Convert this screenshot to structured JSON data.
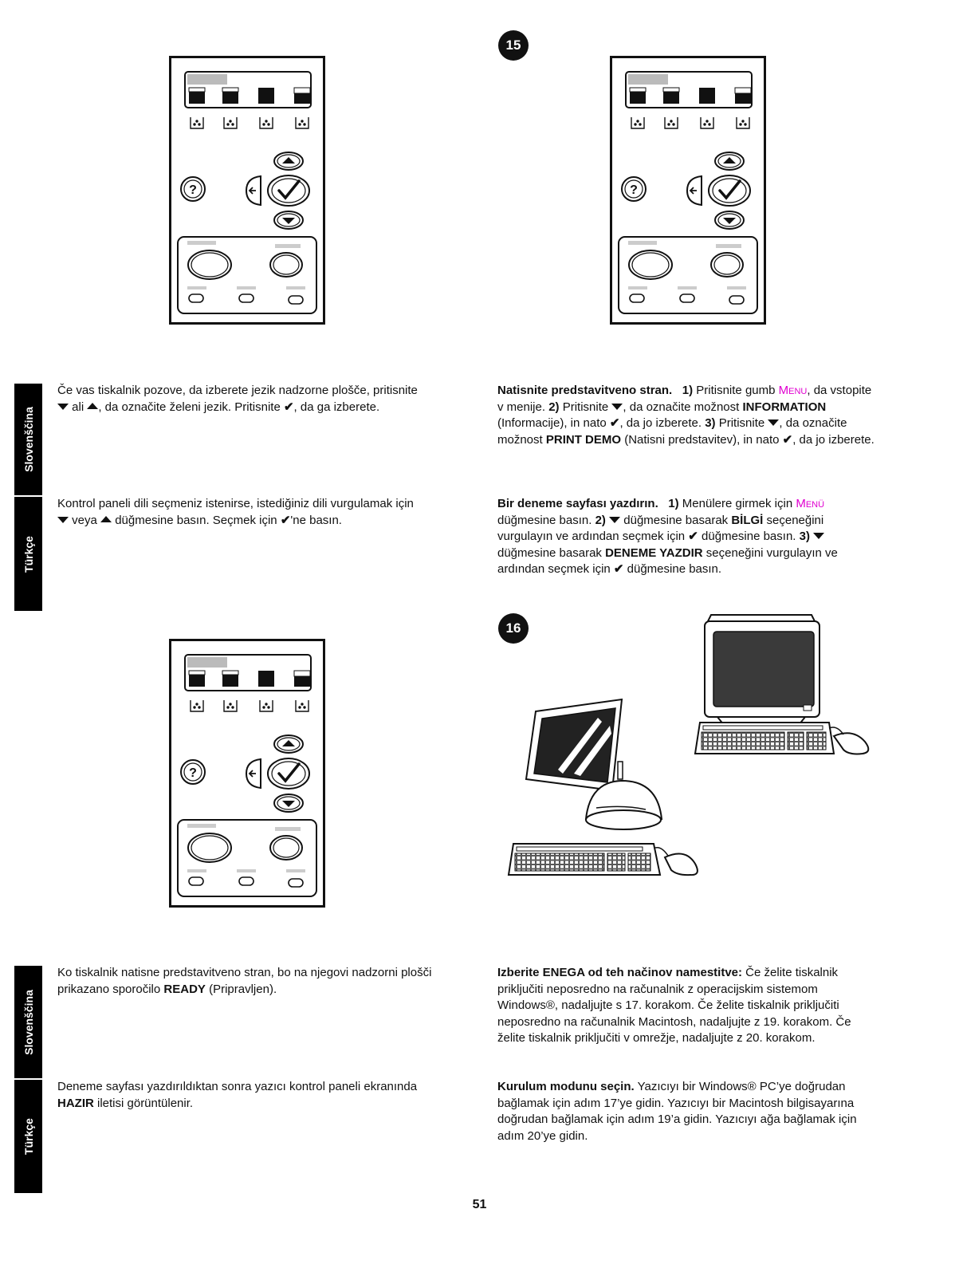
{
  "steps": {
    "step15": "15",
    "step16": "16"
  },
  "tabs": {
    "slovenscina": "Slovenščina",
    "turkce": "Türkçe"
  },
  "symbols": {
    "check": "✔"
  },
  "section1": {
    "sl_left": {
      "p1": "Če vas tiskalnik pozove, da izberete jezik nadzorne plošče, pritisnite",
      "p2": " ali ",
      "p3": ", da označite želeni jezik. Pritisnite ",
      "p4": ", da ga izberete."
    },
    "sl_right": {
      "title": "Natisnite predstavitveno stran.",
      "n1": "1)",
      "t1": " Pritisnite gumb ",
      "menu": "Menu",
      "t2": ", da vstopite v menije. ",
      "n2": "2)",
      "t3": " Pritisnite ",
      "t4": ", da označite možnost ",
      "opt1": "INFORMATION",
      "t5": " (Informacije), in nato ",
      "t6": ", da jo izberete. ",
      "n3": "3)",
      "t7": " Pritisnite ",
      "t8": ", da označite možnost ",
      "opt2": "PRINT DEMO",
      "t9": " (Natisni predstavitev), in nato ",
      "t10": ", da jo izberete."
    },
    "tr_left": {
      "p1": "Kontrol paneli dili seçmeniz istenirse, istediğiniz dili vurgulamak için",
      "p2": " veya ",
      "p3": " düğmesine basın. Seçmek için ",
      "p4": "'ne basın."
    },
    "tr_right": {
      "title": "Bir deneme sayfası yazdırın.",
      "n1": "1)",
      "t1": " Menülere girmek için ",
      "menu": "Menü",
      "t2": " düğmesine basın. ",
      "n2": "2)",
      "t3": " düğmesine basarak ",
      "opt1": "BİLGİ",
      "t4": " seçeneğini vurgulayın ve ardından seçmek için ",
      "t5": " düğmesine basın. ",
      "n3": "3)",
      "t6": " düğmesine basarak ",
      "opt2": "DENEME YAZDIR",
      "t7": " seçeneğini vurgulayın ve ardından seçmek için ",
      "t8": " düğmesine basın."
    }
  },
  "section2": {
    "sl_left": {
      "t1": "Ko tiskalnik natisne predstavitveno stran, bo na njegovi nadzorni plošči prikazano sporočilo ",
      "opt": "READY",
      "t2": " (Pripravljen)."
    },
    "sl_right": {
      "title": "Izberite ENEGA od teh načinov namestitve:",
      "t1": "  Če želite tiskalnik priključiti neposredno na računalnik z operacijskim sistemom Windows®, nadaljujte s 17. korakom. Če želite tiskalnik priključiti neposredno na računalnik Macintosh, nadaljujte z 19. korakom. Če želite tiskalnik priključiti v omrežje, nadaljujte z 20. korakom."
    },
    "tr_left": {
      "t1": "Deneme sayfası yazdırıldıktan sonra yazıcı kontrol paneli ekranında ",
      "opt": "HAZIR",
      "t2": " iletisi görüntülenir."
    },
    "tr_right": {
      "title": "Kurulum modunu seçin.",
      "t1": "  Yazıcıyı bir Windows® PC’ye doğrudan bağlamak için adım 17’ye gidin. Yazıcıyı bir Macintosh bilgisayarına doğrudan bağlamak için adım 19’a gidin. Yazıcıyı ağa bağlamak için adım 20’ye gidin."
    }
  },
  "page_number": "51"
}
